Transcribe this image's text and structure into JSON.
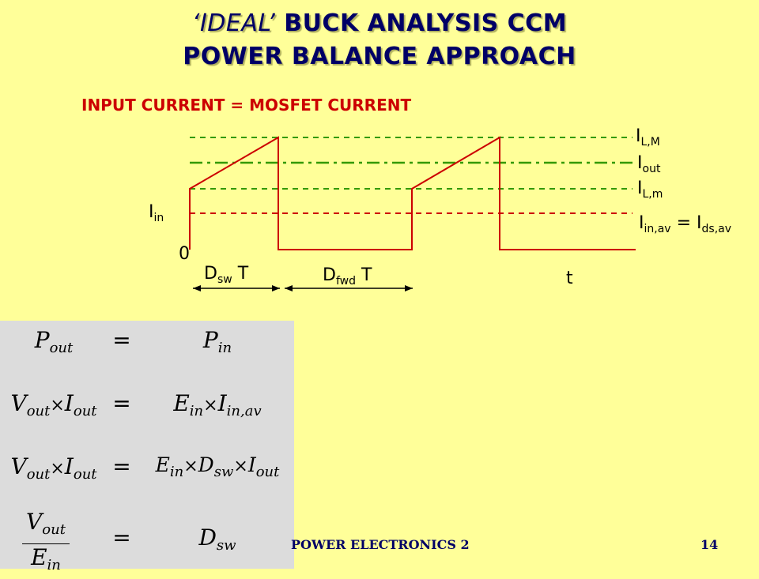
{
  "title": {
    "line1_ideal": "‘IDEAL’",
    "line1_rest": "BUCK ANALYSIS CCM",
    "line2": "POWER BALANCE APPROACH"
  },
  "subtitle": "INPUT CURRENT = MOSFET CURRENT",
  "waveform_labels": {
    "ILM_main": "I",
    "ILM_sub": "L,M",
    "Iout_main": "I",
    "Iout_sub": "out",
    "ILm_main": "I",
    "ILm_sub": "L,m",
    "Iinav_main": "I",
    "Iinav_sub": "in,av",
    "equals": "=",
    "Idsav_main": "I",
    "Idsav_sub": "ds,av",
    "Iin_main": "I",
    "Iin_sub": "in",
    "zero": "0",
    "Dsw_main": "D",
    "Dsw_sub": "sw",
    "Dsw_T": "T",
    "Dfwd_main": "D",
    "Dfwd_sub": "fwd",
    "Dfwd_T": "T",
    "t": "t"
  },
  "colors": {
    "background": "#ffff99",
    "title": "#000066",
    "subtitle": "#cc0000",
    "waveform": "#cc0000",
    "green_dashed": "#339900",
    "red_dashed": "#cc0000",
    "equation_panel": "#dcdcdc"
  },
  "equations": {
    "row1": {
      "lhs_P": "P",
      "lhs_sub": "out",
      "eq": "=",
      "rhs_P": "P",
      "rhs_sub": "in"
    },
    "row2": {
      "V": "V",
      "V_sub": "out",
      "times1": "×",
      "I": "I",
      "I_sub": "out",
      "eq": "=",
      "E": "E",
      "E_sub": "in",
      "times2": "×",
      "I2": "I",
      "I2_sub": "in,av"
    },
    "row3": {
      "V": "V",
      "V_sub": "out",
      "times1": "×",
      "I": "I",
      "I_sub": "out",
      "eq": "=",
      "E": "E",
      "E_sub": "in",
      "times2": "×",
      "D": "D",
      "D_sub": "sw",
      "times3": "×",
      "I2": "I",
      "I2_sub": "out"
    },
    "row4": {
      "num": "V",
      "num_sub": "out",
      "den": "E",
      "den_sub": "in",
      "eq": "=",
      "D": "D",
      "D_sub": "sw"
    }
  },
  "footer": {
    "course": "POWER ELECTRONICS 2",
    "page": "14"
  }
}
